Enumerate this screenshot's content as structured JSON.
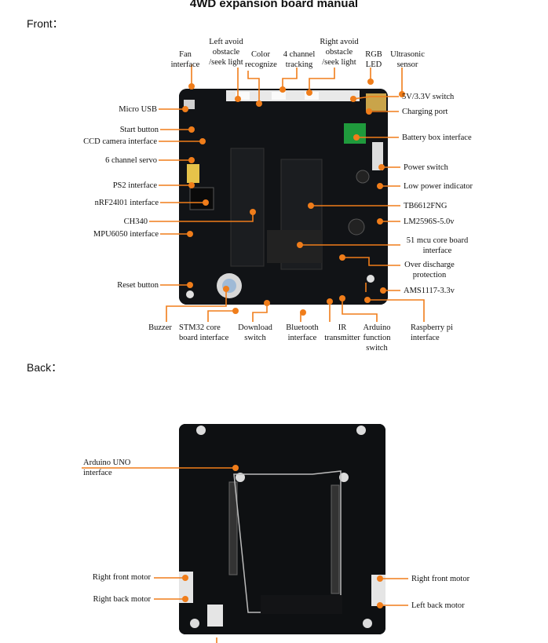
{
  "title": "4WD expansion board manual",
  "front": {
    "section_label": "Front：",
    "labels": {
      "fan": "Fan\ninterface",
      "left_avoid": "Left avoid\nobstacle\n/seek light",
      "color": "Color\nrecognize",
      "tracking": "4 channel\ntracking",
      "right_avoid": "Right avoid\nobstacle\n/seek light",
      "rgb": "RGB\nLED",
      "ultrasonic": "Ultrasonic\nsensor",
      "micro_usb": "Micro USB",
      "start_button": "Start button",
      "ccd": "CCD camera interface",
      "servo": "6 channel servo",
      "ps2": "PS2 interface",
      "nrf": "nRF24l01 interface",
      "ch340": "CH340",
      "mpu": "MPU6050 interface",
      "reset": "Reset button",
      "buzzer": "Buzzer",
      "stm32": "STM32 core\nboard interface",
      "download": "Download\nswitch",
      "bluetooth": "Bluetooth\ninterface",
      "ir": "IR\ntransmitter",
      "arduino_fn": "Arduino\nfunction\nswitch",
      "raspberry": "Raspberry pi\ninterface",
      "switch_5v": "5V/3.3V switch",
      "charging": "Charging port",
      "battery": "Battery box interface",
      "power_switch": "Power switch",
      "low_power": "Low power indicator",
      "tb6612": "TB6612FNG",
      "lm2596": "LM2596S-5.0v",
      "mcu51": "51 mcu core board\ninterface",
      "over_discharge": "Over discharge\nprotection",
      "ams": "AMS1117-3.3v"
    }
  },
  "back": {
    "section_label": "Back：",
    "labels": {
      "arduino_uno": "Arduino UNO\ninterface",
      "right_front_l": "Right front motor",
      "right_back_l": "Right back motor",
      "right_front_r": "Right front motor",
      "left_back_r": "Left back motor"
    }
  },
  "colors": {
    "accent": "#F07D1A",
    "board": "#0f1113"
  }
}
